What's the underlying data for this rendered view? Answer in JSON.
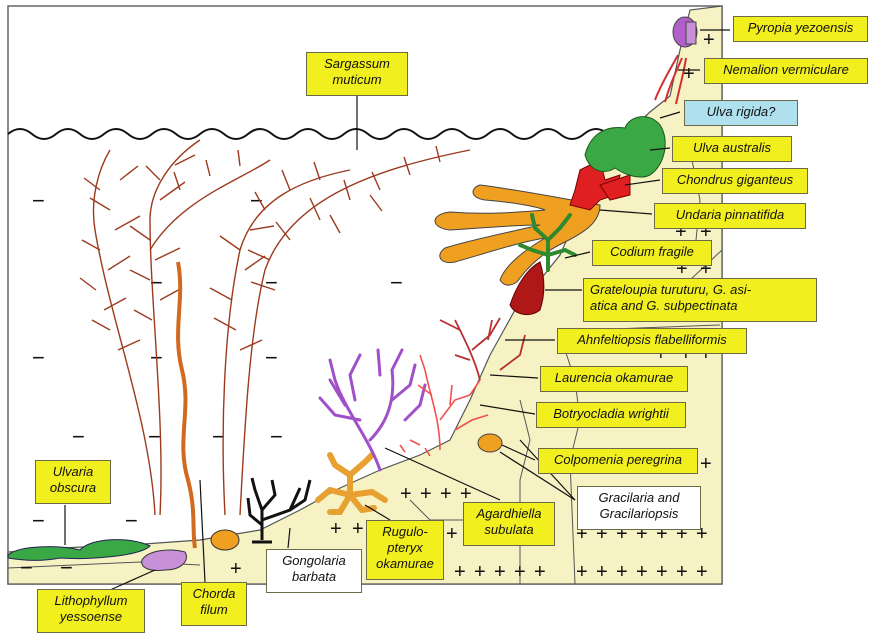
{
  "colors": {
    "sediment": "#f7f2c3",
    "label_yellow": "#f2ef1e",
    "label_blue": "#aee0ee",
    "sargassum": "#9c3a1e",
    "chorda": "#d2691e",
    "ulva_green": "#3aa845",
    "chondrus_red": "#e02020",
    "undaria_orange": "#f0a020",
    "codium_green": "#2f8a2f",
    "grateloupia": "#b01818",
    "ahnfeltiopsis": "#b83030",
    "botryocladia": "#f05050",
    "agardhiella": "#a050c8",
    "rugulopteryx": "#e8a030",
    "gongolaria": "#111111",
    "pyropia": "#b060c8",
    "lithophyllum": "#c890d8"
  },
  "labels": {
    "pyropia": "Pyropia yezoensis",
    "nemalion": "Nemalion vermiculare",
    "ulva_rigida": "Ulva rigida?",
    "ulva_australis": "Ulva australis",
    "chondrus": "Chondrus giganteus",
    "undaria": "Undaria pinnatifida",
    "codium": "Codium fragile",
    "grateloupia_line1": "Grateloupia  turuturu, G. asi-",
    "grateloupia_line2": "atica and G. subpectinata",
    "ahnfeltiopsis": "Ahnfeltiopsis flabelliformis",
    "laurencia": "Laurencia okamurae",
    "botryocladia": "Botryocladia wrightii",
    "colpomenia": "Colpomenia peregrina",
    "gracilaria_line1": "Gracilaria and",
    "gracilaria_line2": "Gracilariopsis",
    "agardhiella_line1": "Agardhiella",
    "agardhiella_line2": "subulata",
    "rugulopteryx_line1": "Rugulo-",
    "rugulopteryx_line2": "pteryx",
    "rugulopteryx_line3": "okamurae",
    "gongolaria_line1": "Gongolaria",
    "gongolaria_line2": "barbata",
    "chorda_line1": "Chorda",
    "chorda_line2": "filum",
    "lithophyllum_line1": "Lithophyllum",
    "lithophyllum_line2": "yessoense",
    "ulvaria_line1": "Ulvaria",
    "ulvaria_line2": "obscura",
    "sargassum_line1": "Sargassum",
    "sargassum_line2": "muticum"
  },
  "symbols": {
    "minus": "−",
    "plus": "+"
  }
}
